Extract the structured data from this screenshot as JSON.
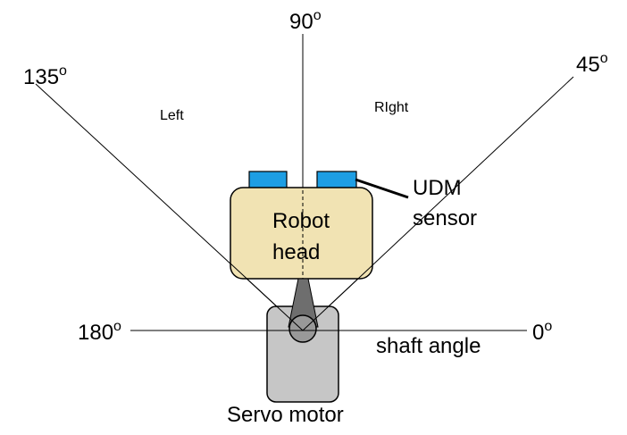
{
  "diagram": {
    "angles": {
      "a0": "0",
      "a45": "45",
      "a90": "90",
      "a135": "135",
      "a180": "180",
      "degree_symbol": "o"
    },
    "labels": {
      "left": "Left",
      "right": "RIght",
      "udm_line1": "UDM",
      "udm_line2": "sensor",
      "head_line1": "Robot",
      "head_line2": "head",
      "shaft_angle": "shaft angle",
      "servo_motor": "Servo motor"
    },
    "colors": {
      "head_fill": "#F1E3B3",
      "sensor_fill": "#1E9EE3",
      "motor_fill": "#C6C6C6",
      "arm_fill": "#6E6E6E",
      "line": "#000000"
    }
  }
}
